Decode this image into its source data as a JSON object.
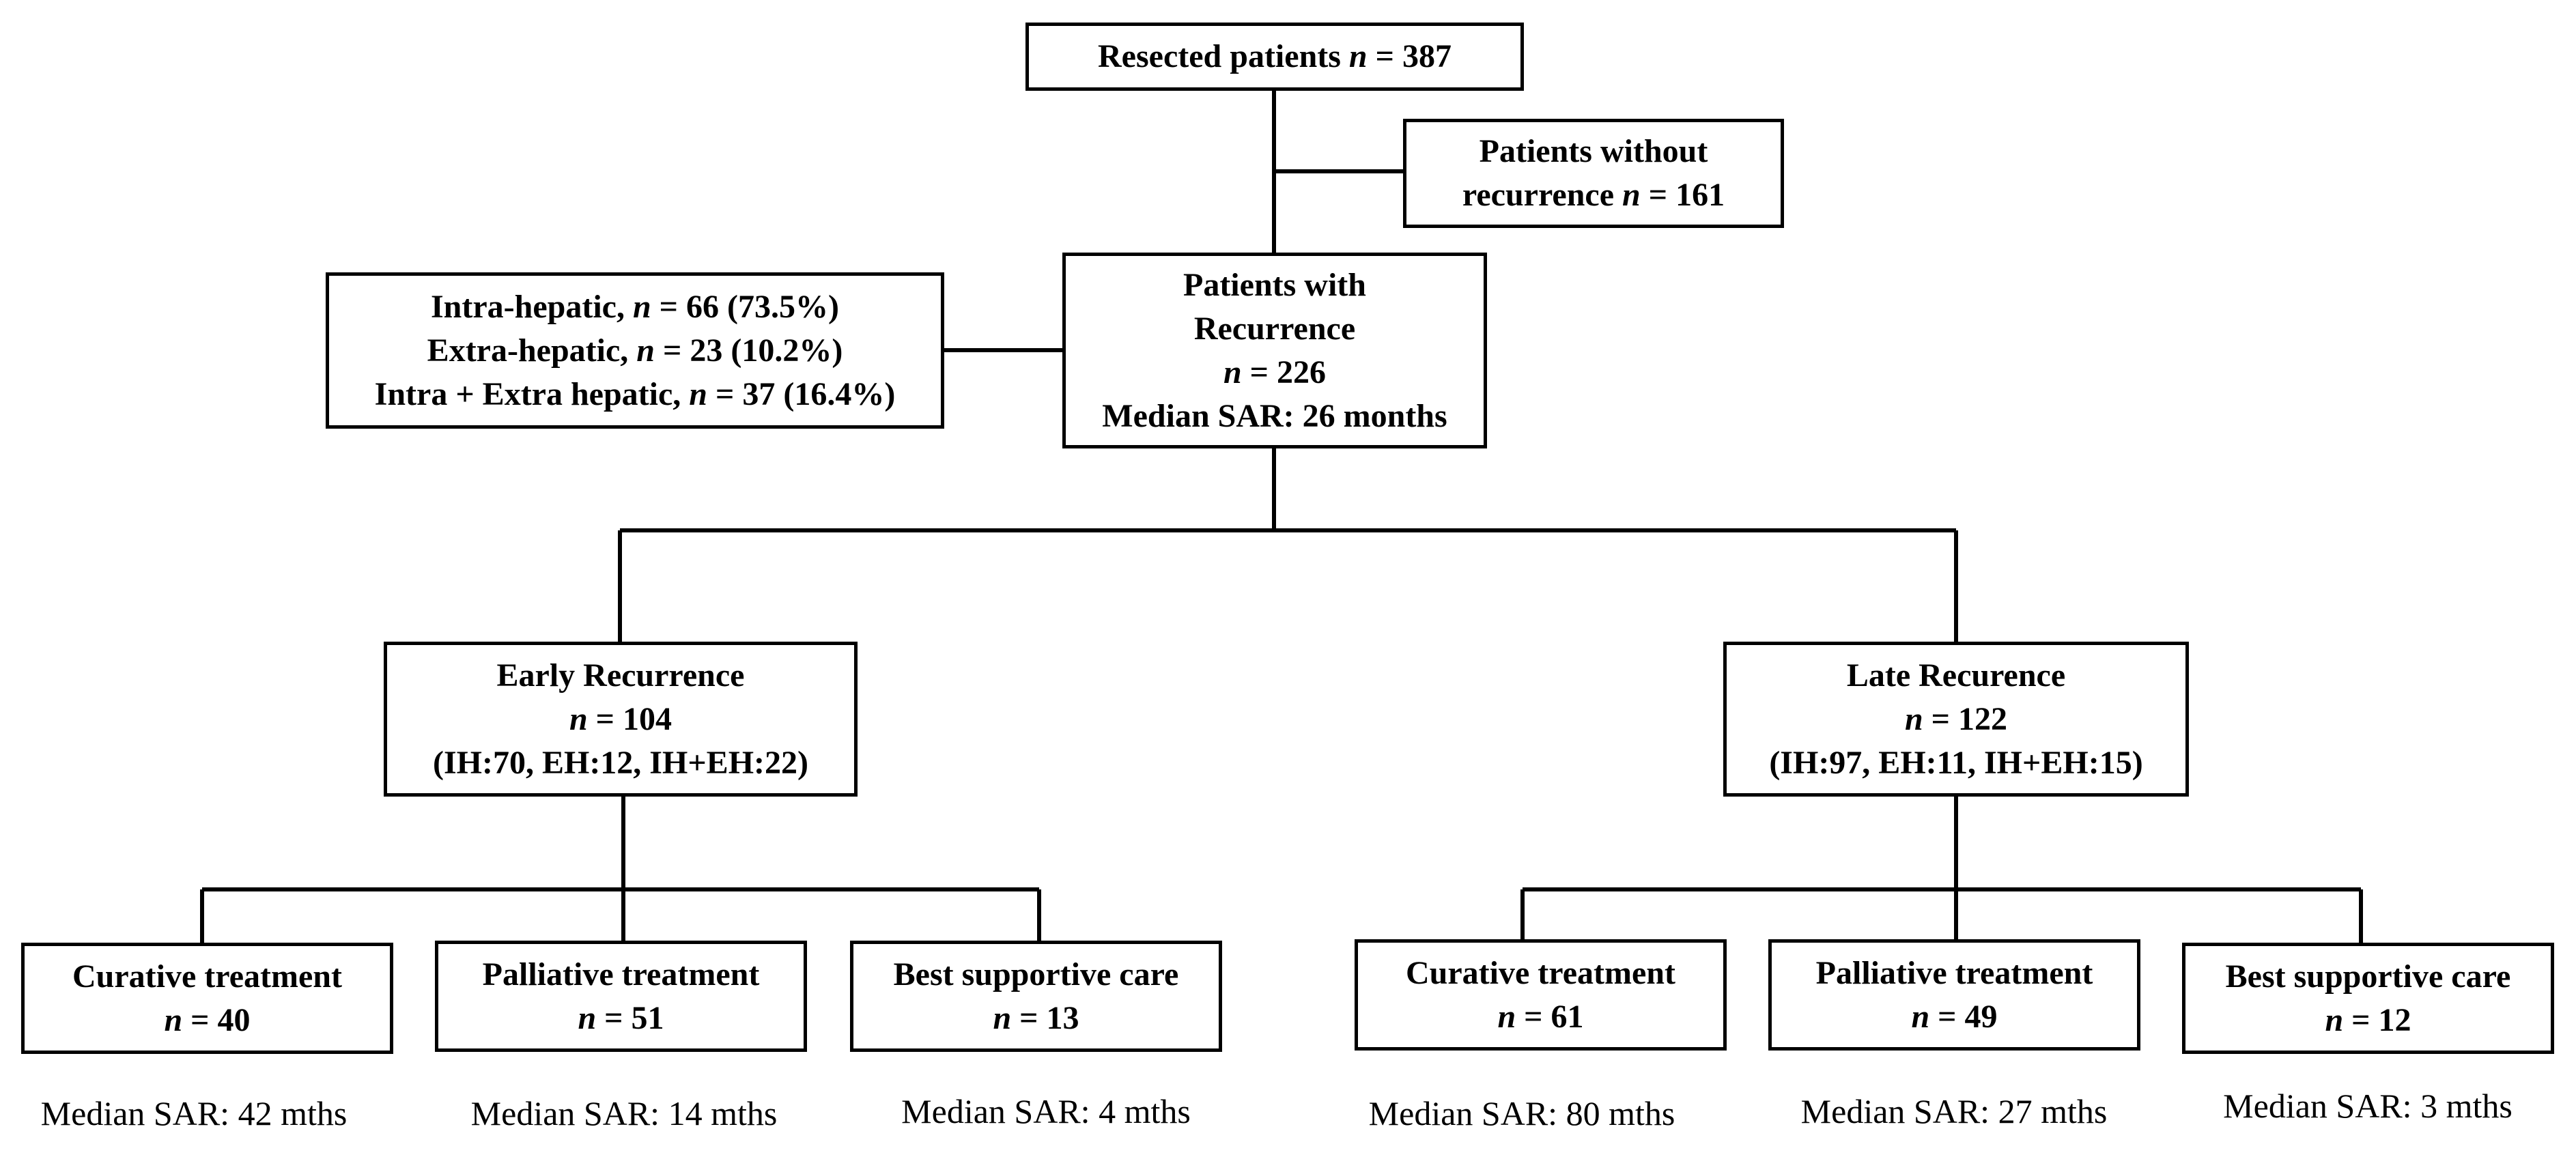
{
  "nodes": {
    "resected": {
      "pre": "Resected patients ",
      "n": "n",
      "post": " = 387"
    },
    "without_recurrence": {
      "line1": "Patients without",
      "pre": "recurrence ",
      "n": "n",
      "post": " = 161"
    },
    "with_recurrence": {
      "line1": "Patients with",
      "line2": "Recurrence",
      "n": "n",
      "post": " = 226",
      "line4": "Median SAR: 26 months"
    },
    "sites": {
      "l1_pre": "Intra-hepatic, ",
      "l1_n": "n",
      "l1_post": " = 66 (73.5%)",
      "l2_pre": "Extra-hepatic, ",
      "l2_n": "n",
      "l2_post": " = 23 (10.2%)",
      "l3_pre": "Intra + Extra hepatic, ",
      "l3_n": "n",
      "l3_post": " = 37 (16.4%)"
    },
    "early": {
      "title": "Early Recurrence",
      "n": "n",
      "post": " = 104",
      "detail": "(IH:70, EH:12, IH+EH:22)"
    },
    "late": {
      "title": "Late Recurence",
      "n": "n",
      "post": " = 122",
      "detail": "(IH:97, EH:11, IH+EH:15)"
    }
  },
  "early_outcomes": [
    {
      "title": "Curative treatment",
      "n": "n",
      "post": " = 40",
      "sar": "Median SAR: 42 mths"
    },
    {
      "title": "Palliative treatment",
      "n": "n",
      "post": " = 51",
      "sar": "Median SAR: 14 mths"
    },
    {
      "title": "Best supportive care",
      "n": "n",
      "post": " = 13",
      "sar": "Median SAR: 4 mths"
    }
  ],
  "late_outcomes": [
    {
      "title": "Curative treatment",
      "n": "n",
      "post": " = 61",
      "sar": "Median SAR: 80 mths"
    },
    {
      "title": "Palliative treatment",
      "n": "n",
      "post": " = 49",
      "sar": "Median SAR: 27 mths"
    },
    {
      "title": "Best supportive care",
      "n": "n",
      "post": " = 12",
      "sar": "Median SAR: 3 mths"
    }
  ]
}
